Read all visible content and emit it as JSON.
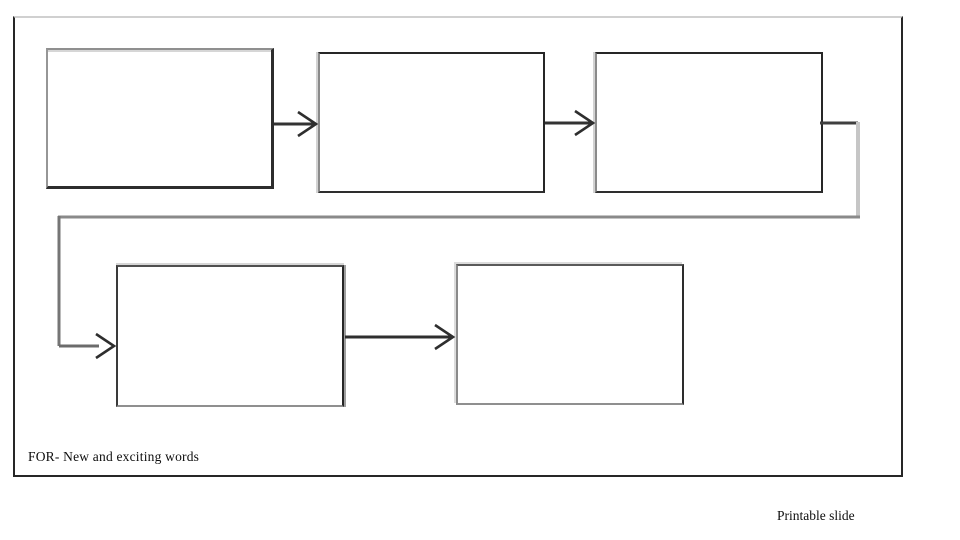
{
  "slide": {
    "caption": "FOR- New and exciting words",
    "footer_label": "Printable slide"
  },
  "flowchart": {
    "type": "diagram",
    "boxes": [
      {
        "id": "step-1",
        "label": "",
        "row": 1
      },
      {
        "id": "step-2",
        "label": "",
        "row": 1
      },
      {
        "id": "step-3",
        "label": "",
        "row": 1
      },
      {
        "id": "step-4",
        "label": "",
        "row": 2
      },
      {
        "id": "step-5",
        "label": "",
        "row": 2
      }
    ],
    "connectors": [
      {
        "from": "step-1",
        "to": "step-2",
        "style": "open-arrow",
        "route": "straight"
      },
      {
        "from": "step-2",
        "to": "step-3",
        "style": "open-arrow",
        "route": "straight"
      },
      {
        "from": "step-3",
        "to": "step-4",
        "style": "open-arrow",
        "route": "wrap-around"
      },
      {
        "from": "step-4",
        "to": "step-5",
        "style": "open-arrow",
        "route": "straight"
      }
    ]
  },
  "colors": {
    "background": "#ffffff",
    "frame_border_dark": "#262626",
    "frame_border_light": "#d0d0d0",
    "box_border_dark": "#2d2d2d",
    "box_border_gray": "#8c8c8c",
    "connector_dark": "#333333",
    "connector_gray": "#8a8a8a",
    "connector_light": "#c6c6c6",
    "text_color": "#0d0d0d"
  }
}
